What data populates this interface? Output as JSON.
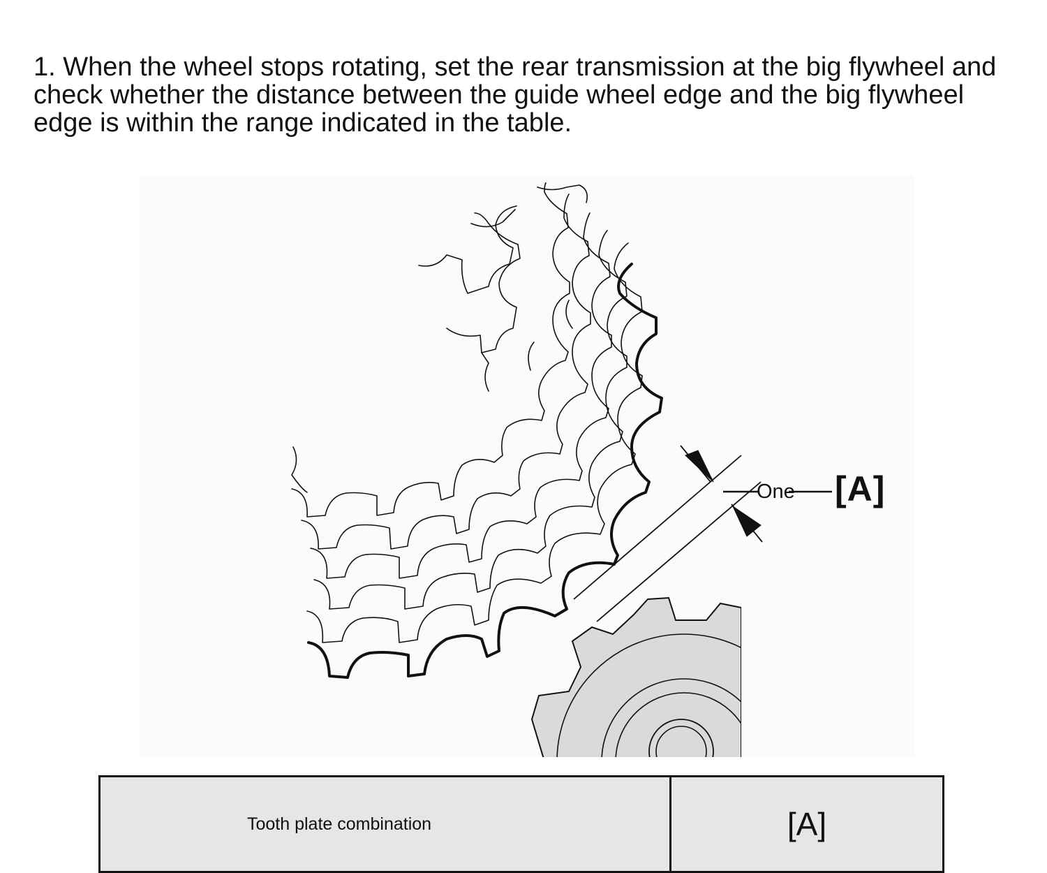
{
  "instruction": {
    "text": "1. When the wheel stops rotating, set the rear transmission at the big flywheel and check whether the distance between the guide wheel edge and the big flywheel edge is within the range indicated in the table."
  },
  "diagram": {
    "callout_one": "One",
    "callout_label": "[A]",
    "colors": {
      "line": "#111111",
      "pulley_fill": "#dadada",
      "background_tint": "#fbfbfb"
    }
  },
  "table": {
    "headers": [
      "Tooth plate combination",
      "[A]"
    ]
  }
}
